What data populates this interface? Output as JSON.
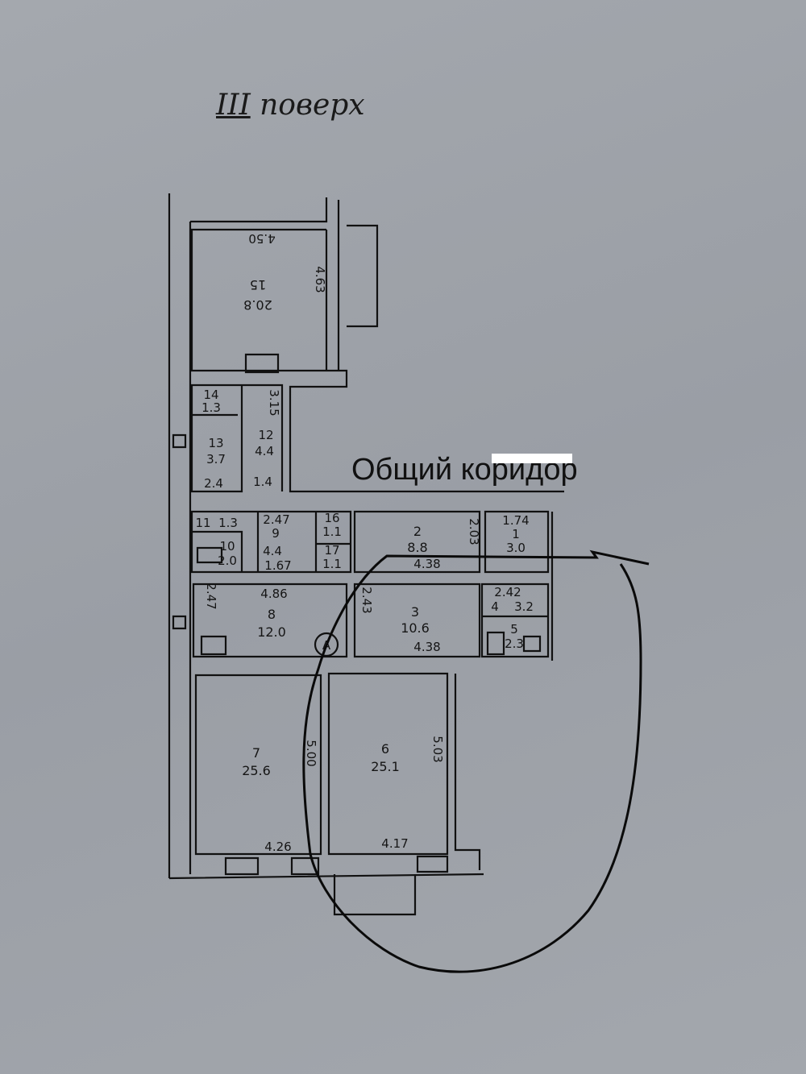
{
  "title": {
    "roman": "III",
    "word": "поверх"
  },
  "overlay_label": "Общий коридор",
  "rooms": [
    {
      "no": "15",
      "area": "20.8",
      "dims": [
        "4.50",
        "4.63"
      ]
    },
    {
      "no": "14",
      "area": "1.3"
    },
    {
      "no": "13",
      "area": "3.7",
      "dims": [
        "2.4"
      ]
    },
    {
      "no": "12",
      "area": "4.4",
      "dims": [
        "3.15",
        "1.4"
      ]
    },
    {
      "no": "11",
      "area": "1.3"
    },
    {
      "no": "10",
      "area": "2.0"
    },
    {
      "no": "9",
      "area": "4.4",
      "dims": [
        "2.47",
        "1.67"
      ]
    },
    {
      "no": "16",
      "area": "1.1"
    },
    {
      "no": "17",
      "area": "1.1"
    },
    {
      "no": "2",
      "area": "8.8",
      "dims": [
        "4.38",
        "2.03"
      ]
    },
    {
      "no": "1",
      "area": "3.0",
      "dims": [
        "1.74"
      ]
    },
    {
      "no": "8",
      "area": "12.0",
      "dims": [
        "4.86",
        "2.47"
      ]
    },
    {
      "no": "3",
      "area": "10.6",
      "dims": [
        "2.43",
        "4.38"
      ]
    },
    {
      "no": "4",
      "area": "3.2",
      "dims": [
        "2.42"
      ]
    },
    {
      "no": "5",
      "area": "2.3"
    },
    {
      "no": "7",
      "area": "25.6",
      "dims": [
        "4.26",
        "5.00"
      ]
    },
    {
      "no": "6",
      "area": "25.1",
      "dims": [
        "4.17",
        "5.03"
      ]
    }
  ],
  "marker": "A",
  "colors": {
    "ink": "#111111",
    "paper": "#a0a4aa"
  }
}
